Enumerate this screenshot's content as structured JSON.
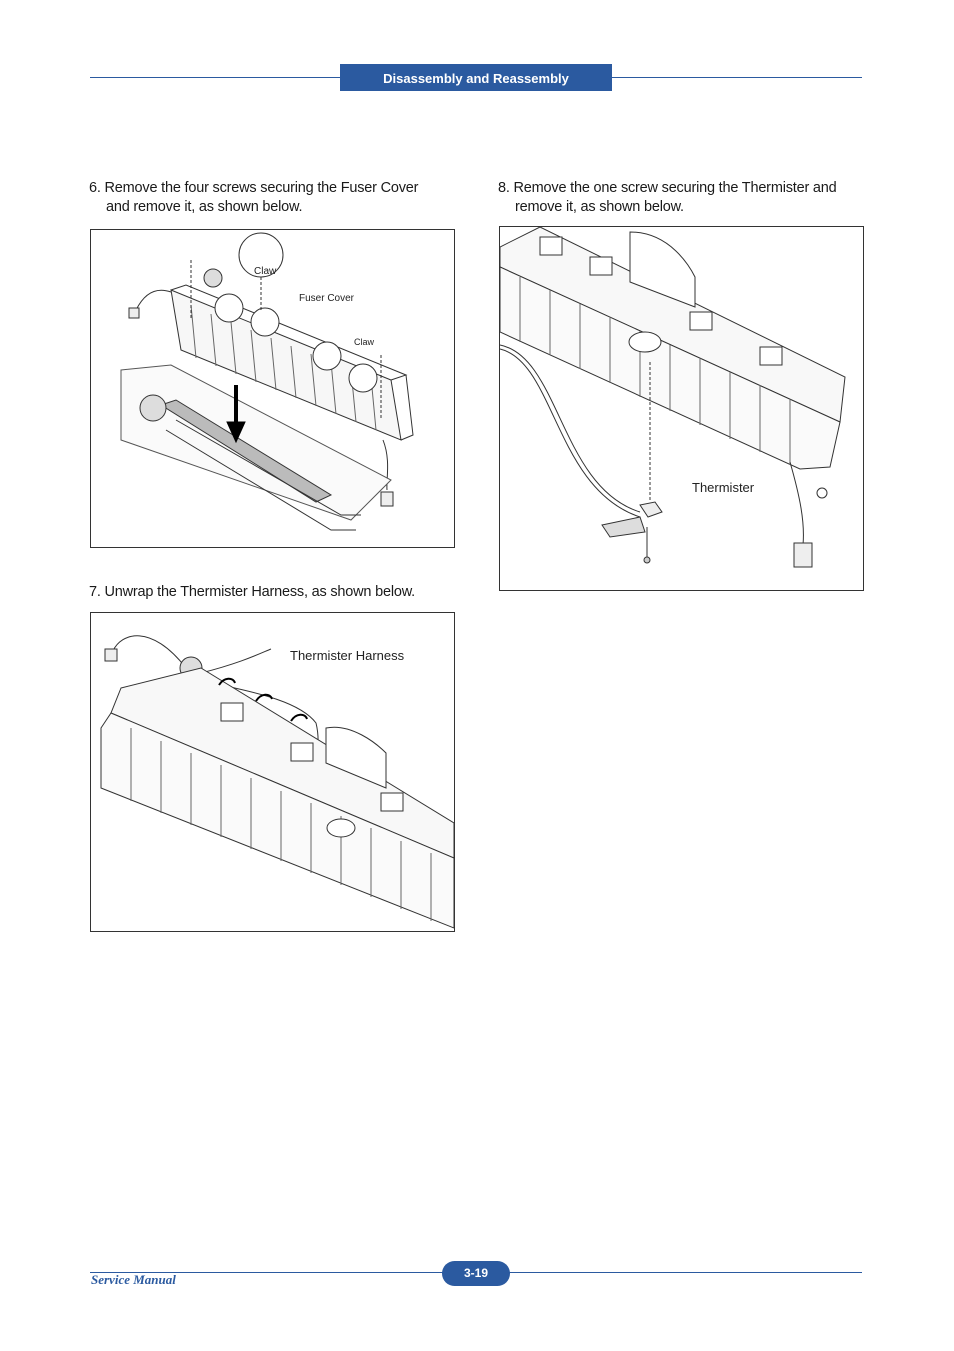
{
  "header": {
    "title": "Disassembly and Reassembly"
  },
  "steps": [
    {
      "line1": "6. Remove the four screws securing the Fuser Cover",
      "line2": "and remove it, as shown below."
    },
    {
      "line1": "7. Unwrap the Thermister Harness, as shown below."
    },
    {
      "line1": "8. Remove the one screw securing the Thermister and",
      "line2": "remove it,   as shown below."
    }
  ],
  "figures": {
    "fig6": {
      "label_claw_top": "Claw",
      "label_fuser_cover": "Fuser Cover",
      "label_claw_mid": "Claw"
    },
    "fig7": {
      "label_harness": "Thermister Harness"
    },
    "fig8": {
      "label_thermister": "Thermister"
    }
  },
  "footer": {
    "manual": "Service Manual",
    "page": "3-19"
  }
}
